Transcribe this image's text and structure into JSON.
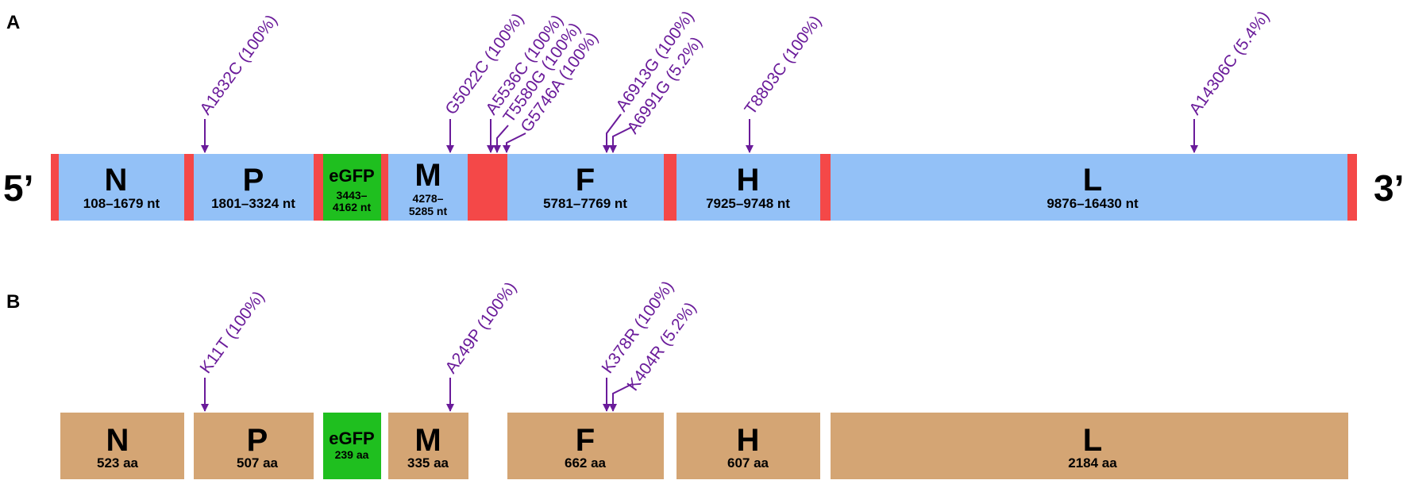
{
  "colors": {
    "gene": "#93c1f7",
    "intergenic": "#f44848",
    "egfp": "#1fbf1f",
    "protein": "#d4a574",
    "mutation": "#6a1b9a"
  },
  "panel_a": {
    "label": "A",
    "five_prime": "5’",
    "three_prime": "3’",
    "genes": [
      {
        "name": "N",
        "range_lines": [
          "108–1679 nt"
        ]
      },
      {
        "name": "P",
        "range_lines": [
          "1801–3324 nt"
        ]
      },
      {
        "name": "eGFP",
        "range_lines": [
          "3443–",
          "4162 nt"
        ]
      },
      {
        "name": "M",
        "range_lines": [
          "4278–",
          "5285 nt"
        ]
      },
      {
        "name": "F",
        "range_lines": [
          "5781–7769 nt"
        ]
      },
      {
        "name": "H",
        "range_lines": [
          "7925–9748 nt"
        ]
      },
      {
        "name": "L",
        "range_lines": [
          "9876–16430 nt"
        ]
      }
    ],
    "mutations": [
      {
        "label": "A1832C (100%)"
      },
      {
        "label": "G5022C (100%)"
      },
      {
        "label": "A5536C (100%)"
      },
      {
        "label": "T5580G (100%)"
      },
      {
        "label": "G5746A (100%)"
      },
      {
        "label": "A6913G (100%)"
      },
      {
        "label": "A6991G (5.2%)"
      },
      {
        "label": "T8803C (100%)"
      },
      {
        "label": "A14306C (5.4%)"
      }
    ]
  },
  "panel_b": {
    "label": "B",
    "proteins": [
      {
        "name": "N",
        "length": "523 aa"
      },
      {
        "name": "P",
        "length": "507 aa"
      },
      {
        "name": "eGFP",
        "length": "239 aa"
      },
      {
        "name": "M",
        "length": "335 aa"
      },
      {
        "name": "F",
        "length": "662 aa"
      },
      {
        "name": "H",
        "length": "607 aa"
      },
      {
        "name": "L",
        "length": "2184 aa"
      }
    ],
    "mutations": [
      {
        "label": "K11T (100%)"
      },
      {
        "label": "A249P (100%)"
      },
      {
        "label": "K378R (100%)"
      },
      {
        "label": "K404R (5.2%)"
      }
    ]
  }
}
